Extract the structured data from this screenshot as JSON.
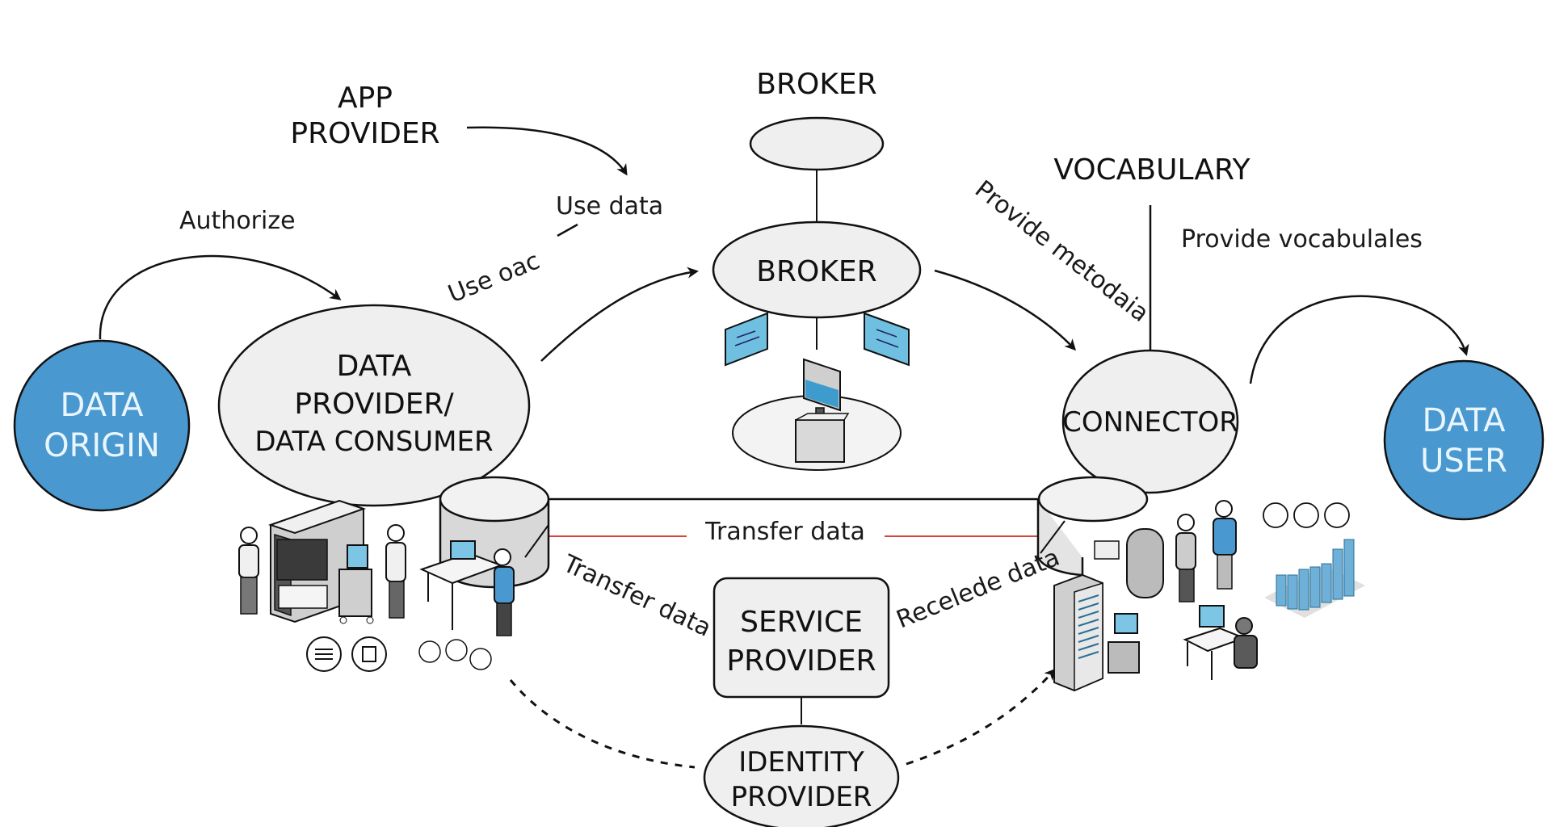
{
  "colors": {
    "accent_blue": "#4a98d0",
    "node_fill": "#efefef",
    "line": "#111111",
    "transfer_line": "#d9443a",
    "screen_blue": "#6fc0e0"
  },
  "nodes": {
    "data_origin": {
      "lines": [
        "DATA",
        "ORIGIN"
      ]
    },
    "data_provider": {
      "lines": [
        "DATA",
        "PROVIDER/",
        "DATA CONSUMER"
      ]
    },
    "app_provider": {
      "lines": [
        "APP",
        "PROVIDER"
      ]
    },
    "broker_top": {
      "label": "BROKER"
    },
    "broker": {
      "label": "BROKER"
    },
    "vocabulary": {
      "label": "VOCABULARY"
    },
    "connector": {
      "label": "CONNECTOR"
    },
    "data_user": {
      "lines": [
        "DATA",
        "USER"
      ]
    },
    "service_provider": {
      "lines": [
        "SERVICE",
        "PROVIDER"
      ]
    },
    "identity_provider": {
      "lines": [
        "IDENTITY",
        "PROVIDER"
      ]
    }
  },
  "edges": {
    "authorize": "Authorize",
    "use_data": "Use data",
    "use_oac": "Use oac",
    "provide_metadata": "Provide metodaia",
    "provide_vocabularies": "Provide vocabulales",
    "transfer_data_main": "Transfer data",
    "transfer_data_left": "Transfer data",
    "receive_data": "Recelede data"
  },
  "icons": {
    "left_badges": [
      "database-stack-icon",
      "clipboard-icon"
    ],
    "left_small_badges": [
      "folder-icon",
      "cloud-icon",
      "document-icon"
    ],
    "right_badges": [
      "folder-icon",
      "box-icon",
      "document-icon"
    ]
  }
}
